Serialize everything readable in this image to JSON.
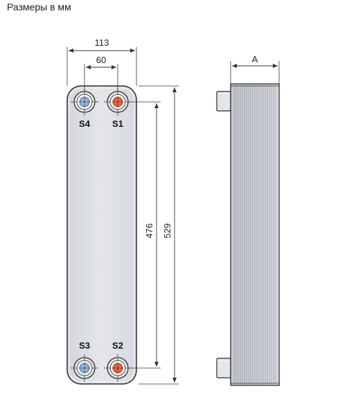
{
  "caption": "Размеры в мм",
  "dimensions": {
    "total_width": "113",
    "port_spacing_horizontal": "60",
    "side_depth": "A",
    "port_spacing_vertical": "476",
    "total_height": "529"
  },
  "ports": {
    "s4": "S4",
    "s1": "S1",
    "s3": "S3",
    "s2": "S2"
  },
  "colors": {
    "plate_fill": "#dfe1e6",
    "plate_stroke": "#2a2a2a",
    "port_cold": "#8fb0db",
    "port_hot": "#e8603a",
    "dimension_line": "#333333"
  }
}
